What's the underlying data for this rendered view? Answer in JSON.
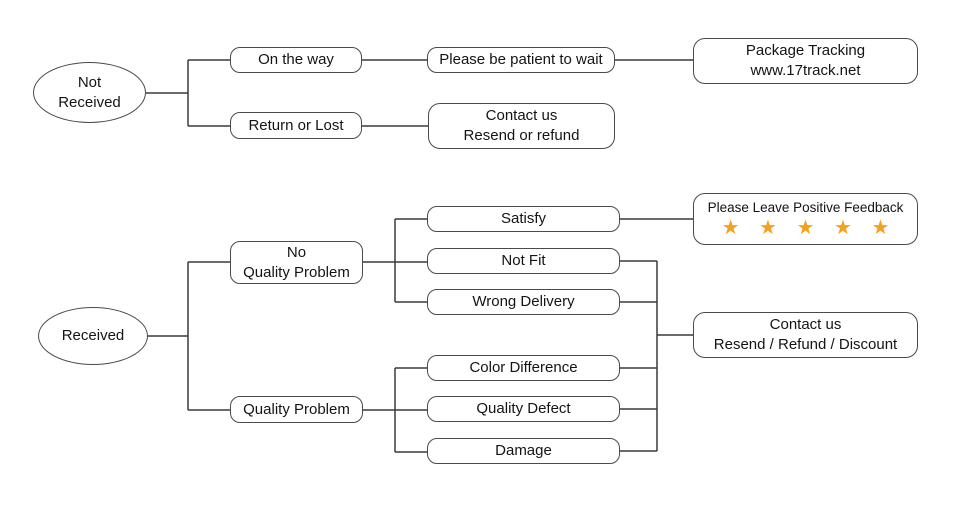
{
  "diagram": {
    "title_implicit": "After-sale package flowchart",
    "colors": {
      "line": "#3a3a3a",
      "border": "#4a4a4a",
      "background": "#ffffff",
      "text": "#141414",
      "star": "#F5A11C"
    },
    "nodes": {
      "not_received": {
        "line1": "Not",
        "line2": "Received"
      },
      "on_the_way": {
        "label": "On the way"
      },
      "return_or_lost": {
        "label": "Return or Lost"
      },
      "please_be_patient": {
        "label": "Please be patient to wait"
      },
      "contact_resend_refund": {
        "line1": "Contact us",
        "line2": "Resend or refund"
      },
      "package_tracking": {
        "line1": "Package Tracking",
        "line2": "www.17track.net"
      },
      "received": {
        "label": "Received"
      },
      "no_quality_problem": {
        "line1": "No",
        "line2": "Quality Problem"
      },
      "quality_problem": {
        "label": "Quality Problem"
      },
      "satisfy": {
        "label": "Satisfy"
      },
      "not_fit": {
        "label": "Not Fit"
      },
      "wrong_delivery": {
        "label": "Wrong Delivery"
      },
      "color_difference": {
        "label": "Color Difference"
      },
      "quality_defect": {
        "label": "Quality Defect"
      },
      "damage": {
        "label": "Damage"
      },
      "positive_feedback": {
        "label": "Please Leave Positive Feedback",
        "stars": "★ ★ ★ ★ ★",
        "star_count": 5
      },
      "contact_discount": {
        "line1": "Contact us",
        "line2": "Resend / Refund / Discount"
      }
    }
  }
}
